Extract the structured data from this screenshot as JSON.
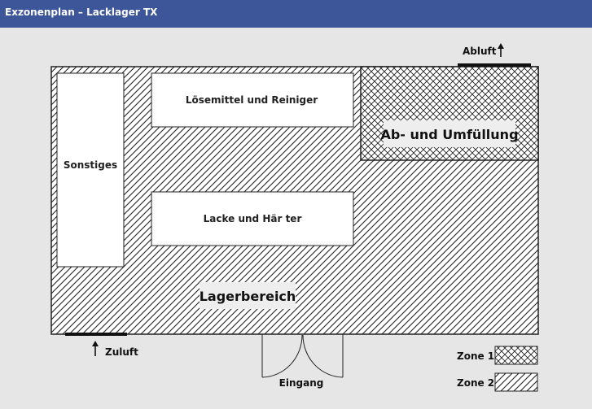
{
  "header": {
    "title": "Exzonenplan – Lacklager TX"
  },
  "rooms": {
    "storage": "Lagerbereich",
    "misc": "Sonstiges",
    "solvents": "Lösemittel und Reiniger",
    "paints": "Lacke und Här ter",
    "filling": "Ab- und Umfüllung"
  },
  "openings": {
    "exhaust": "Abluft",
    "intake": "Zuluft",
    "entrance": "Eingang"
  },
  "legend": {
    "zone1": "Zone 1",
    "zone2": "Zone 2"
  },
  "colors": {
    "title_bar": "#3d569a",
    "background": "#e6e6e6",
    "hatch": "#222222"
  }
}
